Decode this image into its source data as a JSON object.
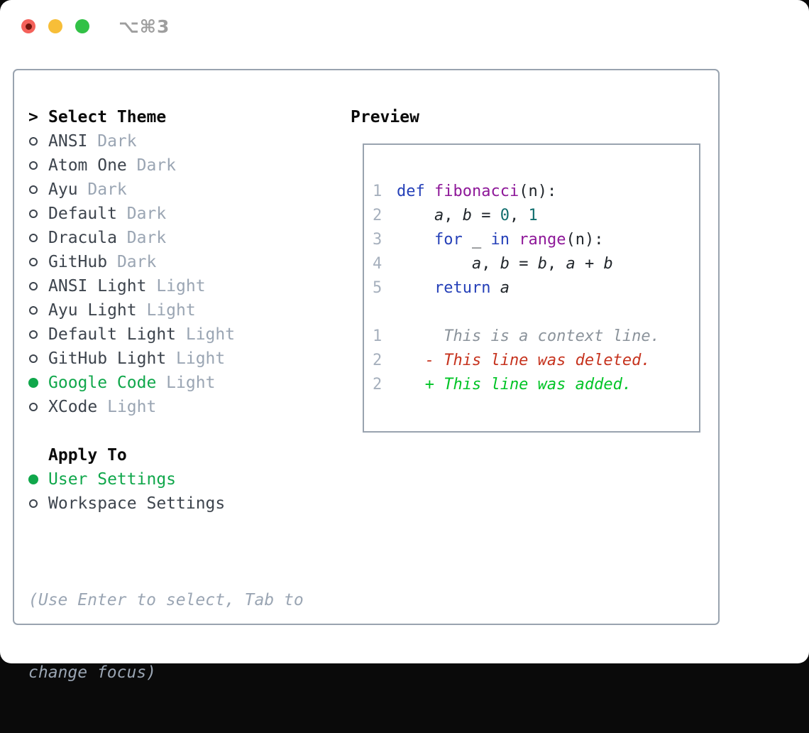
{
  "window": {
    "shortcut": "⌥⌘3"
  },
  "selector": {
    "prompt": ">",
    "title": "Select Theme",
    "themes": [
      {
        "name": "ANSI",
        "variant": "Dark",
        "selected": false
      },
      {
        "name": "Atom One",
        "variant": "Dark",
        "selected": false
      },
      {
        "name": "Ayu",
        "variant": "Dark",
        "selected": false
      },
      {
        "name": "Default",
        "variant": "Dark",
        "selected": false
      },
      {
        "name": "Dracula",
        "variant": "Dark",
        "selected": false
      },
      {
        "name": "GitHub",
        "variant": "Dark",
        "selected": false
      },
      {
        "name": "ANSI Light",
        "variant": "Light",
        "selected": false
      },
      {
        "name": "Ayu Light",
        "variant": "Light",
        "selected": false
      },
      {
        "name": "Default Light",
        "variant": "Light",
        "selected": false
      },
      {
        "name": "GitHub Light",
        "variant": "Light",
        "selected": false
      },
      {
        "name": "Google Code",
        "variant": "Light",
        "selected": true
      },
      {
        "name": "XCode",
        "variant": "Light",
        "selected": false
      }
    ],
    "apply_to_title": "Apply To",
    "apply_options": [
      {
        "label": "User Settings",
        "selected": true
      },
      {
        "label": "Workspace Settings",
        "selected": false
      }
    ],
    "help_lines": [
      "(Use Enter to select, Tab to",
      "change focus)"
    ]
  },
  "preview": {
    "title": "Preview",
    "code": [
      {
        "num": "1",
        "tokens": [
          [
            "k",
            "def"
          ],
          [
            "p",
            " "
          ],
          [
            "f",
            "fibonacci"
          ],
          [
            "p",
            "(n):"
          ]
        ]
      },
      {
        "num": "2",
        "tokens": [
          [
            "p",
            "    "
          ],
          [
            "v",
            "a"
          ],
          [
            "p",
            ", "
          ],
          [
            "v",
            "b"
          ],
          [
            "p",
            " = "
          ],
          [
            "n",
            "0"
          ],
          [
            "p",
            ", "
          ],
          [
            "n",
            "1"
          ]
        ]
      },
      {
        "num": "3",
        "tokens": [
          [
            "p",
            "    "
          ],
          [
            "k",
            "for"
          ],
          [
            "p",
            " _ "
          ],
          [
            "k",
            "in"
          ],
          [
            "p",
            " "
          ],
          [
            "f",
            "range"
          ],
          [
            "p",
            "(n):"
          ]
        ]
      },
      {
        "num": "4",
        "tokens": [
          [
            "p",
            "        "
          ],
          [
            "v",
            "a"
          ],
          [
            "p",
            ", "
          ],
          [
            "v",
            "b"
          ],
          [
            "p",
            " = "
          ],
          [
            "v",
            "b"
          ],
          [
            "p",
            ", "
          ],
          [
            "v",
            "a"
          ],
          [
            "p",
            " + "
          ],
          [
            "v",
            "b"
          ]
        ]
      },
      {
        "num": "5",
        "tokens": [
          [
            "p",
            "    "
          ],
          [
            "k",
            "return"
          ],
          [
            "p",
            " "
          ],
          [
            "v",
            "a"
          ]
        ]
      }
    ],
    "diff": [
      {
        "num": "1",
        "type": "context",
        "text": "     This is a context line."
      },
      {
        "num": "2",
        "type": "deleted",
        "text": "   - This line was deleted."
      },
      {
        "num": "2",
        "type": "added",
        "text": "   + This line was added."
      }
    ]
  },
  "colors": {
    "traffic_red": "#F4615A",
    "traffic_red_dot": "#71150D",
    "traffic_yellow": "#F7BE38",
    "traffic_green": "#32C146",
    "shortcut_text": "#9E9E9E",
    "border": "#99A3AF",
    "header_text": "#0A0A0A",
    "item_text": "#3D444D",
    "muted": "#9AA5B3",
    "ui_green": "#10A74B",
    "help_text": "#9AA5B3",
    "line_number": "#A6B0BD",
    "keyword": "#2540B8",
    "function": "#8E1899",
    "number_literal": "#106E6E",
    "code_plain": "#21262B",
    "diff_context": "#8B939B",
    "diff_deleted": "#C6331E",
    "diff_added": "#00C426"
  }
}
